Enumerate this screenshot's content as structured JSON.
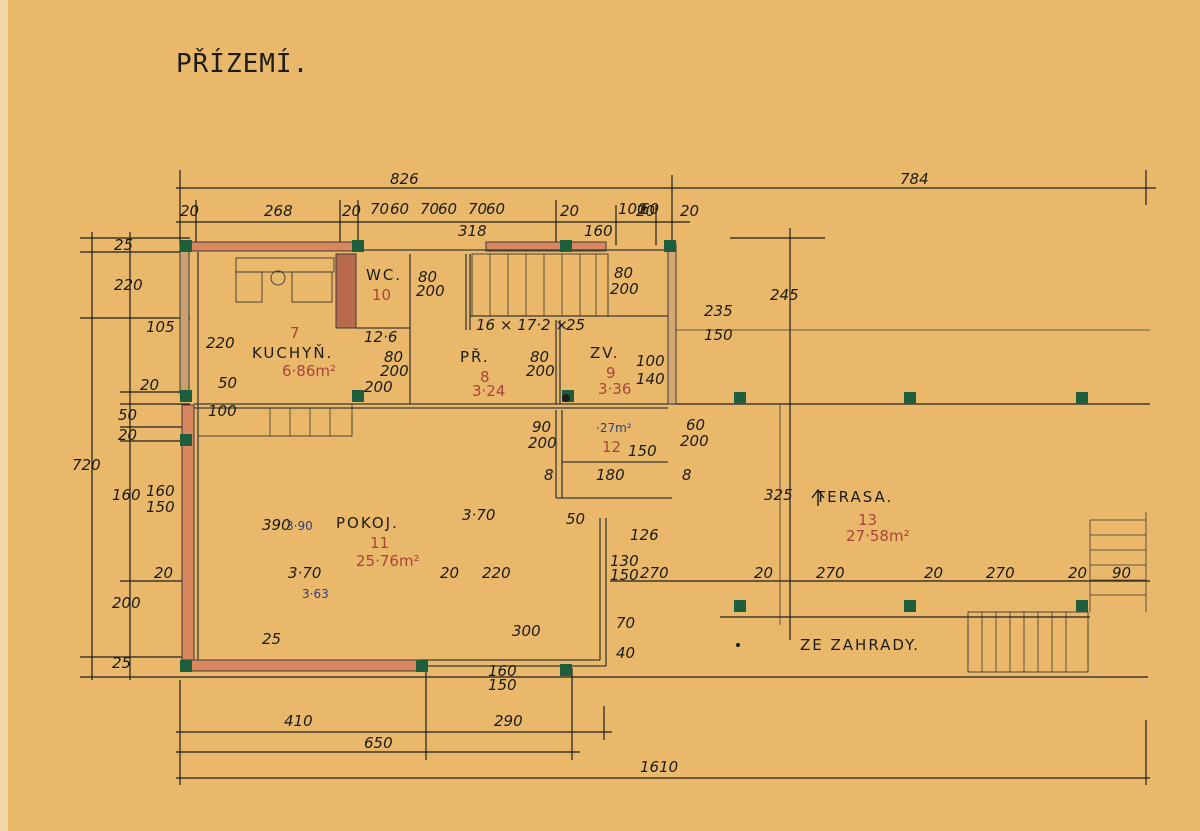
{
  "title": "PŘÍZEMÍ.",
  "rooms": [
    {
      "name": "KUCHYŇ.",
      "number": "7",
      "area": "6·86m²"
    },
    {
      "name": "WC.",
      "number": "10",
      "area": ""
    },
    {
      "name": "PŘ.",
      "number": "8",
      "area": "3·24"
    },
    {
      "name": "ZV.",
      "number": "9",
      "area": "3·36"
    },
    {
      "name": "",
      "number": "12",
      "area": "·27m²"
    },
    {
      "name": "POKOJ.",
      "number": "11",
      "area": "25·76m²"
    },
    {
      "name": "TERASA.",
      "number": "13",
      "area": "27·58m²"
    }
  ],
  "labels": {
    "garden": "ZE ZAHRADY.",
    "stair": "16 × 17·2 ×"
  },
  "dimensions": {
    "top": [
      "826",
      "784",
      "20",
      "268",
      "20",
      "20",
      "318",
      "20",
      "160",
      "20"
    ],
    "top_small": [
      "70",
      "60",
      "70",
      "60",
      "70",
      "60",
      "100",
      "60"
    ],
    "bottom": [
      "410",
      "290",
      "650",
      "1610"
    ],
    "left": [
      "25",
      "220",
      "105",
      "20",
      "50",
      "20",
      "160",
      "150",
      "720",
      "160",
      "200",
      "25"
    ],
    "interior": [
      "235",
      "150",
      "245",
      "325",
      "390",
      "3·90",
      "3·70",
      "3·70",
      "3·63",
      "220",
      "220",
      "300",
      "126",
      "180",
      "150",
      "100"
    ],
    "misc": [
      "80",
      "200",
      "80",
      "200",
      "80",
      "200",
      "80",
      "200",
      "90",
      "200",
      "60",
      "200",
      "8",
      "8",
      "50",
      "20",
      "130",
      "150",
      "270",
      "270",
      "270",
      "20",
      "20",
      "20",
      "90",
      "40",
      "70",
      "160",
      "150",
      "20",
      "25",
      "12·6",
      "25",
      "140",
      "100",
      "200",
      "50"
    ]
  },
  "colors": {
    "paper": "#e9b86a",
    "wall_fill": "#d9875f",
    "column": "#1f5e3c",
    "ink": "#1c1c1c",
    "red_ink": "#a8453a",
    "blue_ink": "#2b3f86"
  }
}
